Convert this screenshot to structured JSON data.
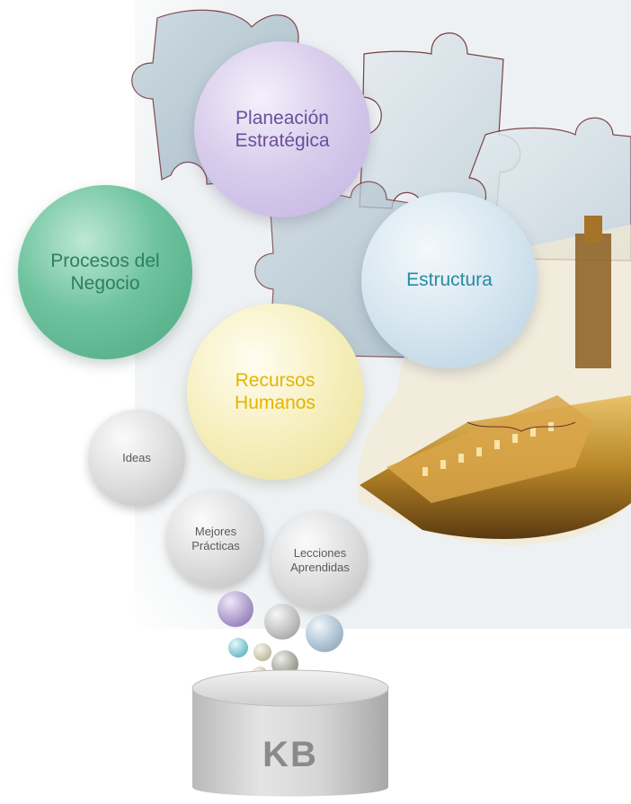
{
  "bubbles": {
    "planeacion": "Planeación\nEstratégica",
    "procesos": "Procesos del\nNegocio",
    "estructura": "Estructura",
    "recursos": "Recursos\nHumanos",
    "ideas": "Ideas",
    "mejores": "Mejores\nPrácticas",
    "lecciones": "Lecciones\nAprendidas"
  },
  "database": {
    "label": "KB"
  },
  "colors": {
    "planeacion_text": "#6a4f9c",
    "procesos_text": "#2e7f5e",
    "estructura_text": "#2a8aa0",
    "recursos_text": "#e3b400",
    "small_text": "#5a5a5a",
    "kb_text": "#8a8a8a"
  },
  "icons": [
    "puzzle-pieces-image",
    "building-photo",
    "database-cylinder-icon",
    "sphere-icon"
  ]
}
